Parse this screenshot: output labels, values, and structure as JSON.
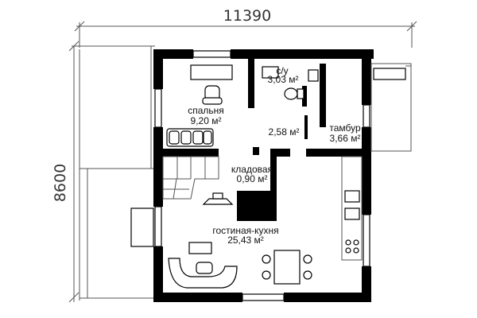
{
  "dimensions": {
    "width_label": "11390",
    "height_label": "8600"
  },
  "rooms": [
    {
      "id": "bedroom",
      "name": "спальня",
      "area": "9,20 м²"
    },
    {
      "id": "wc",
      "name": "с/у",
      "area": "3,03 м²"
    },
    {
      "id": "hall",
      "name": "",
      "area": "2,58 м²"
    },
    {
      "id": "vestibule",
      "name": "тамбур",
      "area": "3,66 м²"
    },
    {
      "id": "pantry",
      "name": "кладовая",
      "area": "0,90 м²"
    },
    {
      "id": "living",
      "name": "гостиная-кухня",
      "area": "25,43 м²"
    }
  ],
  "colors": {
    "wall": "#000000",
    "line": "#555555"
  }
}
